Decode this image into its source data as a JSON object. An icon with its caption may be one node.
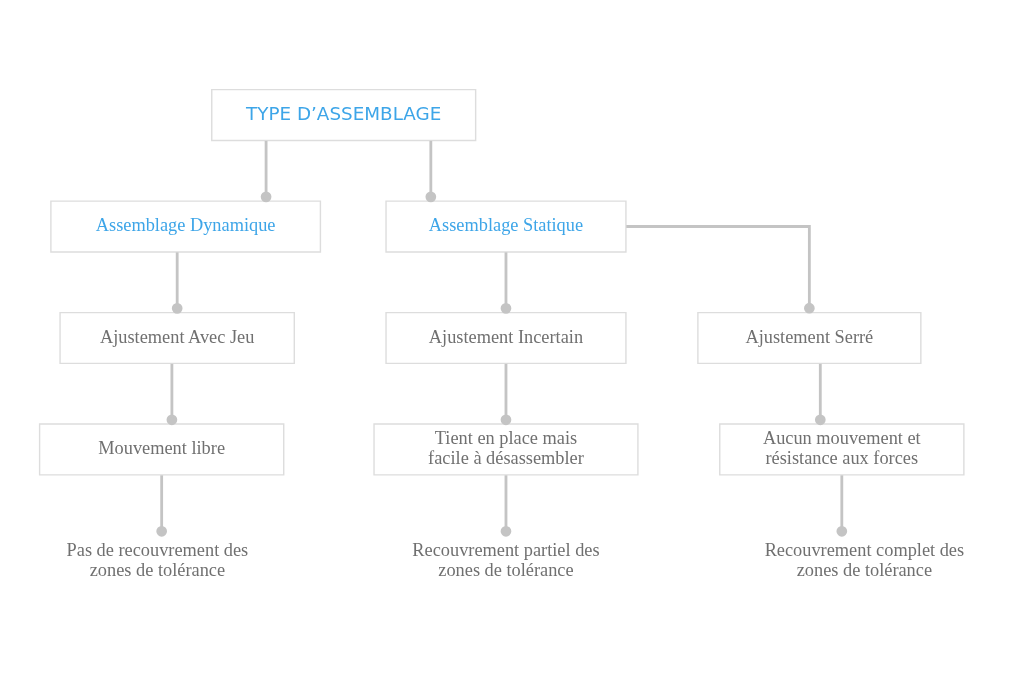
{
  "diagram": {
    "nodes": [
      {
        "text": [
          "TYPE D’ASSEMBLAGE"
        ]
      },
      {
        "text": [
          "Assemblage Dynamique"
        ]
      },
      {
        "text": [
          "Assemblage Statique"
        ]
      },
      {
        "text": [
          "Ajustement Avec Jeu"
        ]
      },
      {
        "text": [
          "Ajustement Incertain"
        ]
      },
      {
        "text": [
          "Ajustement Serré"
        ]
      },
      {
        "text": [
          "Mouvement libre"
        ]
      },
      {
        "text": [
          "Tient en place mais facile à désassembler"
        ]
      },
      {
        "text": [
          "Aucun mouvement et résistance aux forces"
        ]
      },
      {
        "text": [
          "Pas de recouvrement des zones de tolérance"
        ]
      },
      {
        "text": [
          "Recouvrement partiel des zones de tolérance"
        ]
      },
      {
        "text": [
          "Recouvrement complet des zones de tolérance"
        ]
      }
    ],
    "edges": [
      {
        "from": 0,
        "to": 1,
        "arrow": "other"
      },
      {
        "from": 0,
        "to": 2,
        "arrow": "other"
      },
      {
        "from": 1,
        "to": 3,
        "arrow": "other"
      },
      {
        "from": 2,
        "to": 4,
        "arrow": "other"
      },
      {
        "from": 2,
        "to": 5,
        "arrow": "other"
      },
      {
        "from": 3,
        "to": 6,
        "arrow": "other"
      },
      {
        "from": 4,
        "to": 7,
        "arrow": "other"
      },
      {
        "from": 5,
        "to": 8,
        "arrow": "other"
      },
      {
        "from": 6,
        "to": 9,
        "arrow": "other"
      },
      {
        "from": 7,
        "to": 10,
        "arrow": "other"
      },
      {
        "from": 8,
        "to": 11,
        "arrow": "other"
      }
    ]
  }
}
